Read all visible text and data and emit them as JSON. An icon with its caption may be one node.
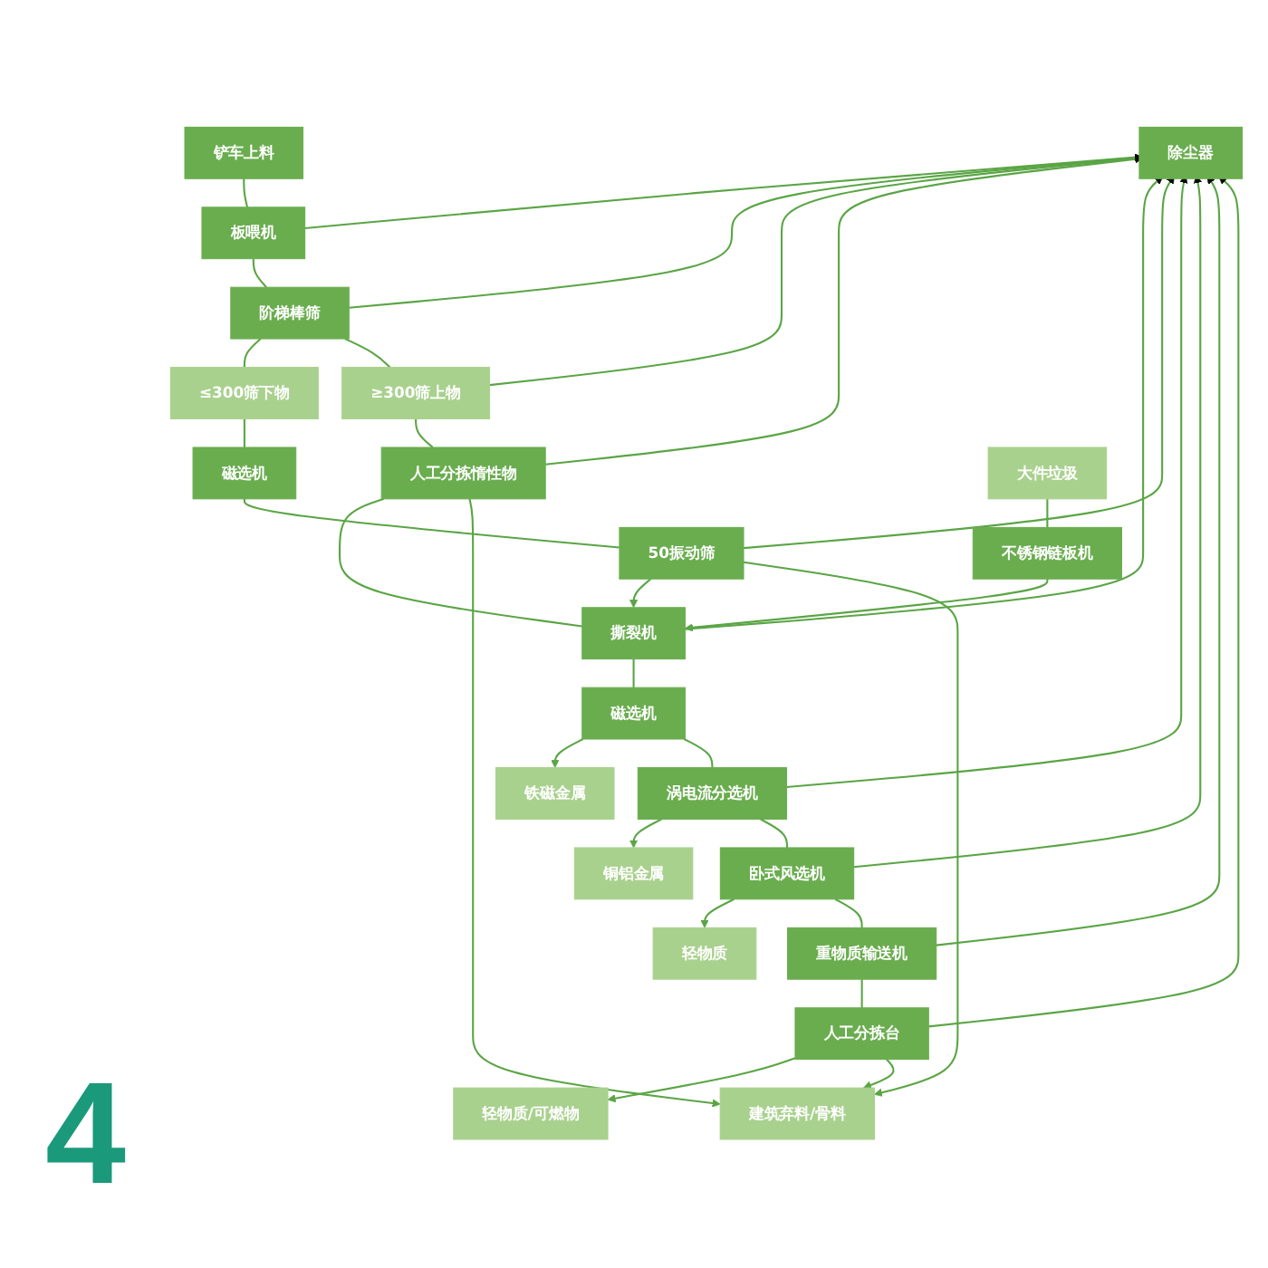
{
  "diagram": {
    "nodes": [
      {
        "text": [
          "铲车上料"
        ]
      },
      {
        "text": [
          "板喂机"
        ]
      },
      {
        "text": [
          "除尘器"
        ]
      },
      {
        "text": [
          "阶梯棒筛"
        ]
      },
      {
        "text": [
          "≤300筛下物"
        ]
      },
      {
        "text": [
          "≥300筛上物"
        ]
      },
      {
        "text": [
          "磁选机"
        ]
      },
      {
        "text": [
          "人工分拣惰性物"
        ]
      },
      {
        "text": [
          "大件垃圾"
        ]
      },
      {
        "text": [
          "不锈钢链板机"
        ]
      },
      {
        "text": [
          "撕裂机"
        ]
      },
      {
        "text": [
          "50振动筛"
        ]
      },
      {
        "text": [
          "铁磁金属"
        ]
      },
      {
        "text": [
          "磁选机"
        ]
      },
      {
        "text": [
          "铜铝金属"
        ]
      },
      {
        "text": [
          "涡电流分选机"
        ]
      },
      {
        "text": [
          "轻物质"
        ]
      },
      {
        "text": [
          "卧式风选机"
        ]
      },
      {
        "text": [
          "重物质输送机"
        ]
      },
      {
        "text": [
          "人工分拣台"
        ]
      },
      {
        "text": [
          "建筑弃料/骨料"
        ]
      },
      {
        "text": [
          "轻物质/可燃物"
        ]
      }
    ],
    "edges": [
      {
        "from": 0,
        "to": 1,
        "arrow": "none"
      },
      {
        "from": 1,
        "to": 2,
        "arrow": "none"
      },
      {
        "from": 1,
        "to": 3,
        "arrow": "none"
      },
      {
        "from": 3,
        "to": 4,
        "arrow": "none"
      },
      {
        "from": 3,
        "to": 5,
        "arrow": "none"
      },
      {
        "from": 4,
        "to": 6,
        "arrow": "none"
      },
      {
        "from": 5,
        "to": 7,
        "arrow": "none"
      },
      {
        "from": 8,
        "to": 9,
        "arrow": "none"
      },
      {
        "from": 9,
        "to": 10,
        "arrow": "to"
      },
      {
        "from": 7,
        "to": 10,
        "arrow": "none"
      },
      {
        "from": 6,
        "to": 11,
        "arrow": "none"
      },
      {
        "from": 11,
        "to": 10,
        "arrow": "to"
      },
      {
        "from": 10,
        "to": 13,
        "arrow": "none"
      },
      {
        "from": 13,
        "to": 12,
        "arrow": "to"
      },
      {
        "from": 13,
        "to": 15,
        "arrow": "none"
      },
      {
        "from": 15,
        "to": 14,
        "arrow": "to"
      },
      {
        "from": 15,
        "to": 17,
        "arrow": "none"
      },
      {
        "from": 17,
        "to": 16,
        "arrow": "to"
      },
      {
        "from": 17,
        "to": 18,
        "arrow": "none"
      },
      {
        "from": 18,
        "to": 19,
        "arrow": "none"
      },
      {
        "from": 19,
        "to": 21,
        "arrow": "to"
      },
      {
        "from": 19,
        "to": 20,
        "arrow": "to"
      },
      {
        "from": 7,
        "to": 20,
        "arrow": "to"
      },
      {
        "from": 11,
        "to": 20,
        "arrow": "to"
      },
      {
        "from": 3,
        "to": 2,
        "arrow": "to"
      },
      {
        "from": 5,
        "to": 2,
        "arrow": "to"
      },
      {
        "from": 7,
        "to": 2,
        "arrow": "to"
      },
      {
        "from": 10,
        "to": 2,
        "arrow": "to"
      },
      {
        "from": 11,
        "to": 2,
        "arrow": "to"
      },
      {
        "from": 15,
        "to": 2,
        "arrow": "to"
      },
      {
        "from": 17,
        "to": 2,
        "arrow": "to"
      },
      {
        "from": 18,
        "to": 2,
        "arrow": "to"
      },
      {
        "from": 19,
        "to": 2,
        "arrow": "to"
      }
    ],
    "labels": [
      "4"
    ]
  }
}
